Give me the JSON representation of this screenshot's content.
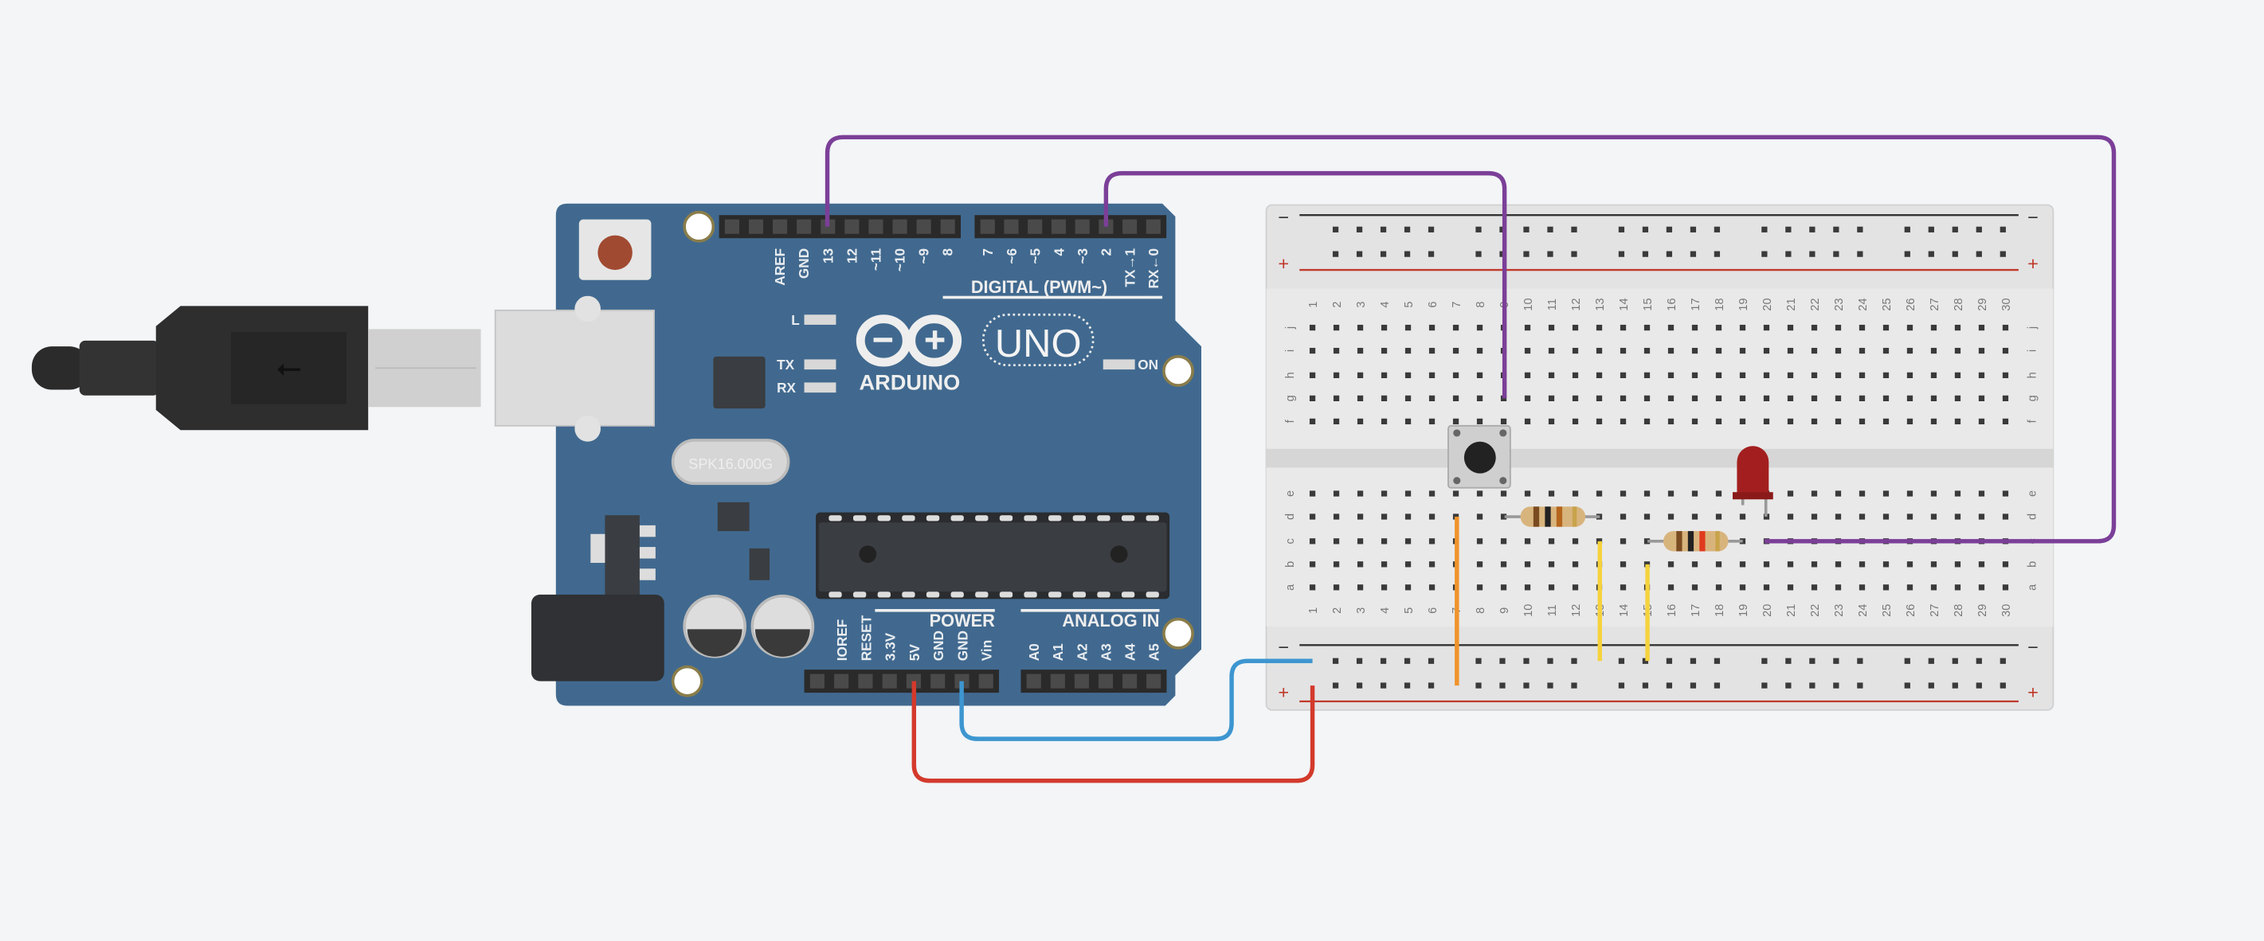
{
  "colors": {
    "background": "#f3f5f7",
    "board": "#41698f",
    "breadboard": "#e3e3e3",
    "wire_purple": "#7b3f98",
    "wire_red": "#d33a2c",
    "wire_blue": "#3d96d0",
    "wire_orange": "#f0932b",
    "wire_yellow": "#f5d33d",
    "led": "#a31f1f"
  },
  "arduino": {
    "brand": "ARDUINO",
    "model": "UNO",
    "digital_label": "DIGITAL (PWM~)",
    "power_label": "POWER",
    "analog_label": "ANALOG IN",
    "led_l": "L",
    "led_tx": "TX",
    "led_rx": "RX",
    "led_on": "ON",
    "crystal": "SPK16.000G",
    "digital_pins_a": [
      "AREF",
      "GND",
      "13",
      "12",
      "~11",
      "~10",
      "~9",
      "8"
    ],
    "digital_pins_b": [
      "7",
      "~6",
      "~5",
      "4",
      "~3",
      "2",
      "TX→1",
      "RX←0"
    ],
    "power_pins": [
      "IOREF",
      "RESET",
      "3.3V",
      "5V",
      "GND",
      "GND",
      "Vin"
    ],
    "analog_pins": [
      "A0",
      "A1",
      "A2",
      "A3",
      "A4",
      "A5"
    ]
  },
  "breadboard": {
    "columns": 30,
    "rows_top": [
      "j",
      "i",
      "h",
      "g",
      "f"
    ],
    "rows_bottom": [
      "e",
      "d",
      "c",
      "b",
      "a"
    ],
    "rail_minus": "−",
    "rail_plus": "+"
  }
}
